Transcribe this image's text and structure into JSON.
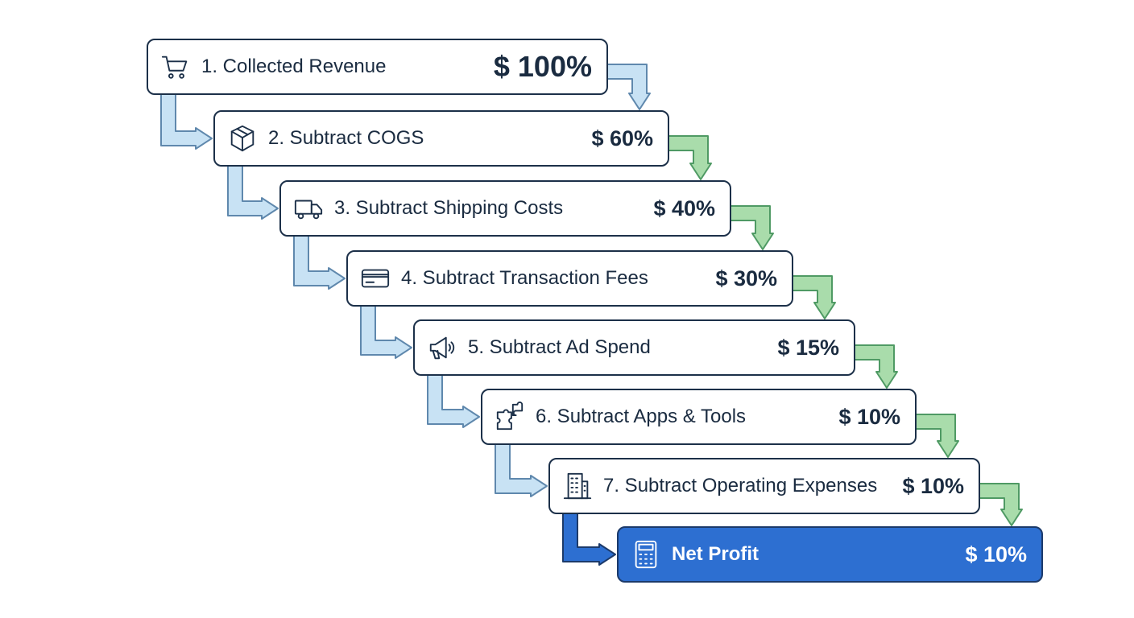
{
  "steps": [
    {
      "label": "1. Collected Revenue",
      "value": "$ 100%",
      "icon": "shopping-cart-icon"
    },
    {
      "label": "2. Subtract COGS",
      "value": "$ 60%",
      "icon": "package-box-icon"
    },
    {
      "label": "3. Subtract Shipping Costs",
      "value": "$ 40%",
      "icon": "delivery-truck-icon"
    },
    {
      "label": "4. Subtract Transaction Fees",
      "value": "$ 30%",
      "icon": "credit-card-icon"
    },
    {
      "label": "5. Subtract Ad Spend",
      "value": "$ 15%",
      "icon": "megaphone-icon"
    },
    {
      "label": "6. Subtract Apps & Tools",
      "value": "$ 10%",
      "icon": "puzzle-pieces-icon"
    },
    {
      "label": "7. Subtract Operating Expenses",
      "value": "$ 10%",
      "icon": "office-building-icon"
    },
    {
      "label": "Net Profit",
      "value": "$ 10%",
      "icon": "calculator-icon"
    }
  ],
  "colors": {
    "box_border": "#1c3049",
    "text": "#1a2b40",
    "final_fill": "#2d6fd1",
    "left_arrow_fill": "#c8e2f4",
    "left_arrow_stroke": "#5f88ad",
    "right_arrow_blue_fill": "#c8e2f4",
    "right_arrow_green_fill": "#a9dcab",
    "right_arrow_green_stroke": "#4f9a64",
    "final_arrow_fill": "#2d6fd1"
  }
}
